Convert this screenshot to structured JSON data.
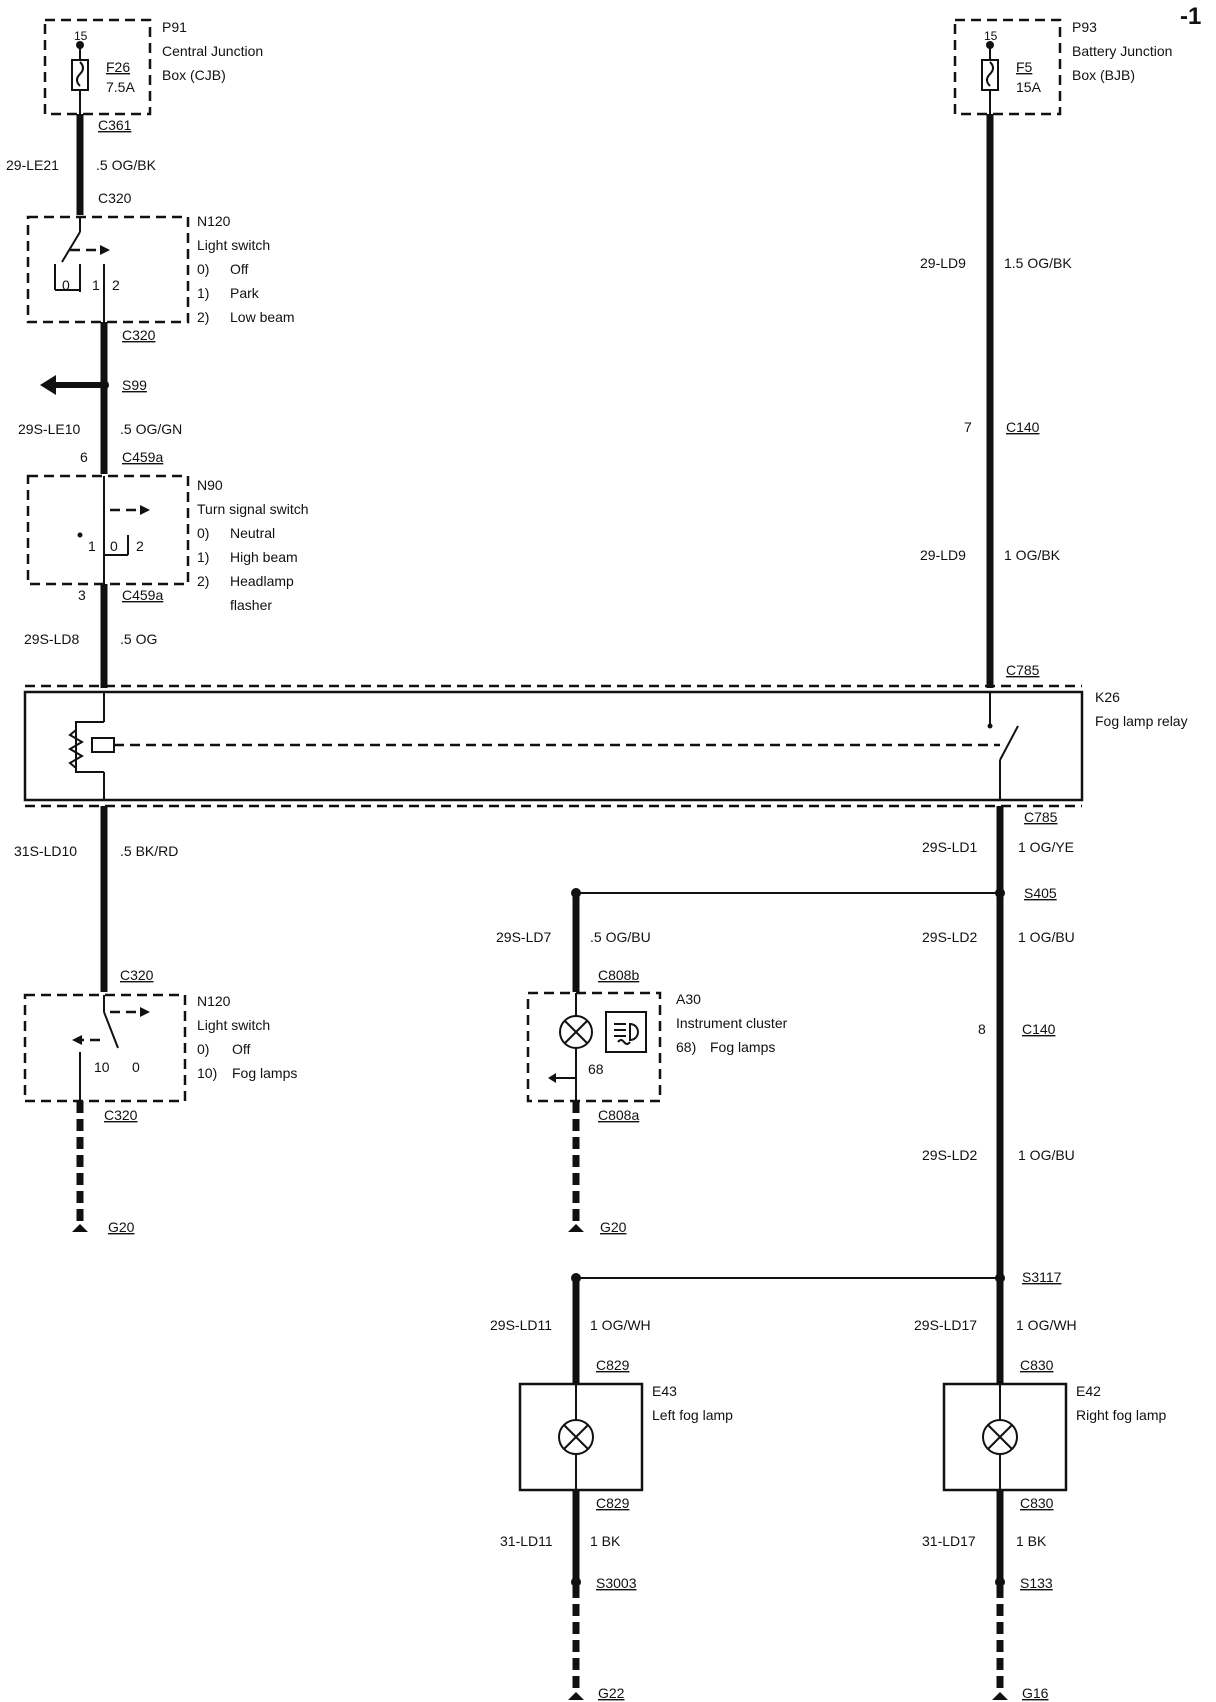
{
  "page_marker": "-1",
  "components": {
    "p91": {
      "id": "P91",
      "name_line1": "Central Junction",
      "name_line2": "Box (CJB)",
      "fuse_id": "F26",
      "fuse_rating": "7.5A",
      "pin": "15"
    },
    "p93": {
      "id": "P93",
      "name_line1": "Battery Junction",
      "name_line2": "Box (BJB)",
      "fuse_id": "F5",
      "fuse_rating": "15A",
      "pin": "15"
    },
    "n120_top": {
      "id": "N120",
      "name": "Light switch",
      "positions": [
        {
          "code": "0)",
          "label": "Off"
        },
        {
          "code": "1)",
          "label": "Park"
        },
        {
          "code": "2)",
          "label": "Low beam"
        }
      ],
      "contacts": [
        "0",
        "1",
        "2"
      ]
    },
    "n90": {
      "id": "N90",
      "name": "Turn signal switch",
      "positions": [
        {
          "code": "0)",
          "label": "Neutral"
        },
        {
          "code": "1)",
          "label": "High beam"
        },
        {
          "code": "2)",
          "label": "Headlamp"
        }
      ],
      "pos2_line2": "flasher",
      "contacts": [
        "1",
        "0",
        "2"
      ]
    },
    "k26": {
      "id": "K26",
      "name": "Fog lamp relay"
    },
    "n120_bot": {
      "id": "N120",
      "name": "Light switch",
      "positions": [
        {
          "code": "0)",
          "label": "Off"
        },
        {
          "code": "10)",
          "label": "Fog lamps"
        }
      ],
      "contacts": [
        "10",
        "0"
      ]
    },
    "a30": {
      "id": "A30",
      "name": "Instrument cluster",
      "item_code": "68)",
      "item_label": "Fog lamps",
      "pin": "68"
    },
    "e43": {
      "id": "E43",
      "name": "Left fog lamp"
    },
    "e42": {
      "id": "E42",
      "name": "Right fog lamp"
    }
  },
  "connectors": {
    "c361": "C361",
    "c320_a": "C320",
    "c320_b": "C320",
    "s99": "S99",
    "c459a_top": "C459a",
    "c459a_top_pin": "6",
    "c459a_bot": "C459a",
    "c459a_bot_pin": "3",
    "c140_top": "C140",
    "c140_top_pin": "7",
    "c785_top": "C785",
    "c785_bot": "C785",
    "s405": "S405",
    "c320_c": "C320",
    "c320_d": "C320",
    "c808b": "C808b",
    "c808a": "C808a",
    "c140_bot": "C140",
    "c140_bot_pin": "8",
    "s3117": "S3117",
    "c829_top": "C829",
    "c829_bot": "C829",
    "c830_top": "C830",
    "c830_bot": "C830",
    "s3003": "S3003",
    "s133": "S133",
    "g20_left": "G20",
    "g20_mid": "G20",
    "g22": "G22",
    "g16": "G16"
  },
  "wires": [
    {
      "key": "w1",
      "circuit": "29-LE21",
      "spec": ".5 OG/BK"
    },
    {
      "key": "w2",
      "circuit": "29S-LE10",
      "spec": ".5 OG/GN"
    },
    {
      "key": "w3",
      "circuit": "29S-LD8",
      "spec": ".5 OG"
    },
    {
      "key": "w4",
      "circuit": "31S-LD10",
      "spec": ".5 BK/RD"
    },
    {
      "key": "w5",
      "circuit": "29-LD9",
      "spec": "1.5 OG/BK"
    },
    {
      "key": "w6",
      "circuit": "29-LD9",
      "spec": "1 OG/BK"
    },
    {
      "key": "w7",
      "circuit": "29S-LD1",
      "spec": "1 OG/YE"
    },
    {
      "key": "w8",
      "circuit": "29S-LD7",
      "spec": ".5 OG/BU"
    },
    {
      "key": "w9",
      "circuit": "29S-LD2",
      "spec": "1 OG/BU"
    },
    {
      "key": "w10",
      "circuit": "29S-LD2",
      "spec": "1 OG/BU"
    },
    {
      "key": "w11",
      "circuit": "29S-LD11",
      "spec": "1 OG/WH"
    },
    {
      "key": "w12",
      "circuit": "29S-LD17",
      "spec": "1 OG/WH"
    },
    {
      "key": "w13",
      "circuit": "31-LD11",
      "spec": "1 BK"
    },
    {
      "key": "w14",
      "circuit": "31-LD17",
      "spec": "1 BK"
    }
  ]
}
